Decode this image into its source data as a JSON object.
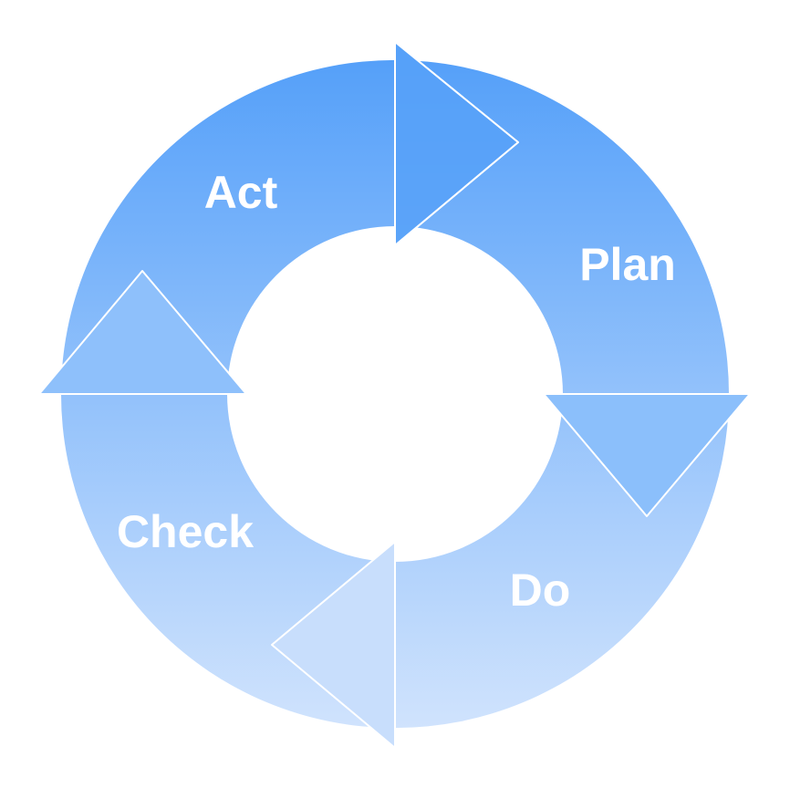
{
  "diagram": {
    "type": "cycle",
    "gradient": {
      "top": "#55A0F9",
      "bottom": "#D0E3FD"
    },
    "arrow_color": "#56A1F9",
    "label_color": "#FFFFFF",
    "stages": [
      {
        "label": "Plan"
      },
      {
        "label": "Do"
      },
      {
        "label": "Check"
      },
      {
        "label": "Act"
      }
    ]
  }
}
